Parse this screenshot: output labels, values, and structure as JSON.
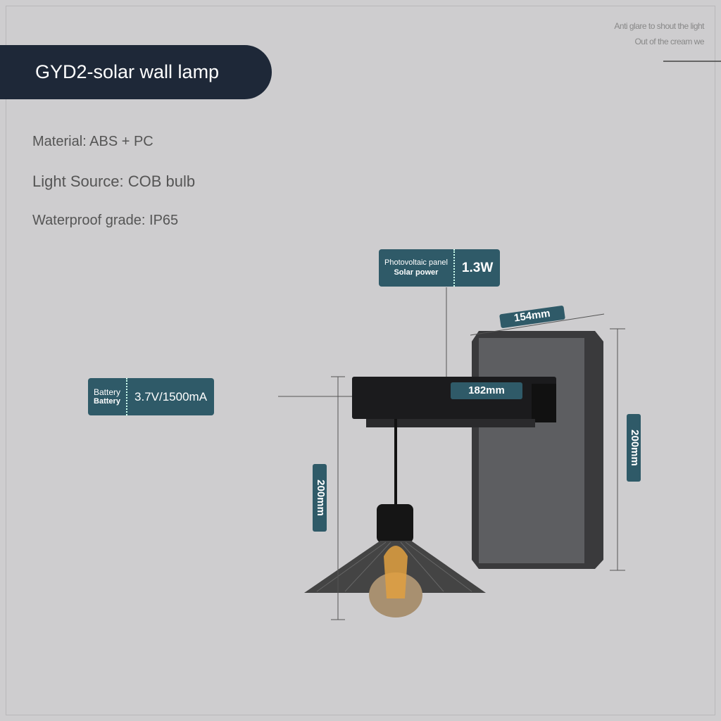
{
  "title": "GYD2-solar wall lamp",
  "specs": [
    "Material: ABS + PC",
    "Light Source: COB bulb",
    "Waterproof grade: IP65"
  ],
  "note": [
    "Anti glare to shout the light",
    "Out of the cream we"
  ],
  "solar_tag": {
    "label_1": "Photovoltaic panel",
    "label_2": "Solar power",
    "value": "1.3W"
  },
  "battery_tag": {
    "label_1": "Battery",
    "label_2": "Battery",
    "value": "3.7V/1500mA"
  },
  "dimensions": {
    "plate_width": "154mm",
    "arm_length": "182mm",
    "plate_height": "200mm",
    "drop_height": "200mm"
  }
}
